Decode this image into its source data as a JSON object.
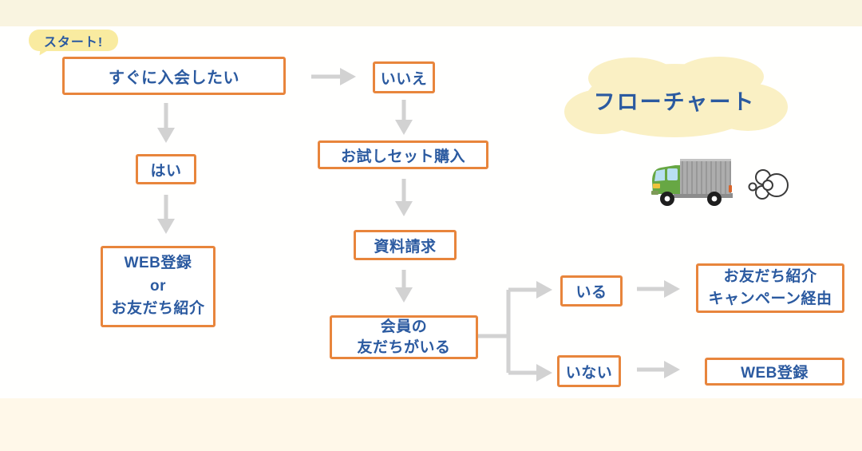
{
  "title": {
    "cloud_label": "フローチャート"
  },
  "start": {
    "label": "スタート!"
  },
  "nodes": {
    "join_now": {
      "label": "すぐに入会したい"
    },
    "no": {
      "label": "いいえ"
    },
    "yes": {
      "label": "はい"
    },
    "trial_set": {
      "label": "お試しセット購入"
    },
    "web_or_friend": {
      "lines": [
        "WEB登録",
        "or",
        "お友だち紹介"
      ]
    },
    "request_docs": {
      "label": "資料請求"
    },
    "member_friend": {
      "lines": [
        "会員の",
        "友だちがいる"
      ]
    },
    "have": {
      "label": "いる"
    },
    "friend_campaign": {
      "lines": [
        "お友だち紹介",
        "キャンペーン経由"
      ]
    },
    "not_have": {
      "label": "いない"
    },
    "web_register": {
      "label": "WEB登録"
    }
  },
  "illustrations": {
    "truck": "delivery-truck",
    "smoke": "exhaust-smoke-puff"
  },
  "colors": {
    "box_border": "#e8853c",
    "text_blue": "#2b5aa0",
    "arrow_gray": "#d2d2d2",
    "badge_yellow": "#f9eba0",
    "cloud_yellow": "#faf0c4",
    "band_cream_top": "#f9f4e0",
    "band_cream_bottom": "#fff8e9"
  }
}
